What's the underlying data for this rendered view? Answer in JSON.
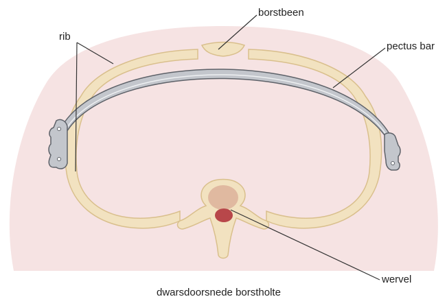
{
  "labels": {
    "rib": "rib",
    "borstbeen": "borstbeen",
    "pectus_bar": "pectus bar",
    "wervel": "wervel"
  },
  "caption": "dwarsdoorsnede borstholte",
  "colors": {
    "body_tissue": "#f6e3e3",
    "bone": "#f2e2c0",
    "bone_outline": "#d9bf8c",
    "vertebral_body": "#e0b9a0",
    "spinal_canal": "#b8474a",
    "bar_metal": "#c3c6cc",
    "bar_outline": "#5d6168",
    "leader_line": "#333333",
    "background": "#ffffff"
  }
}
